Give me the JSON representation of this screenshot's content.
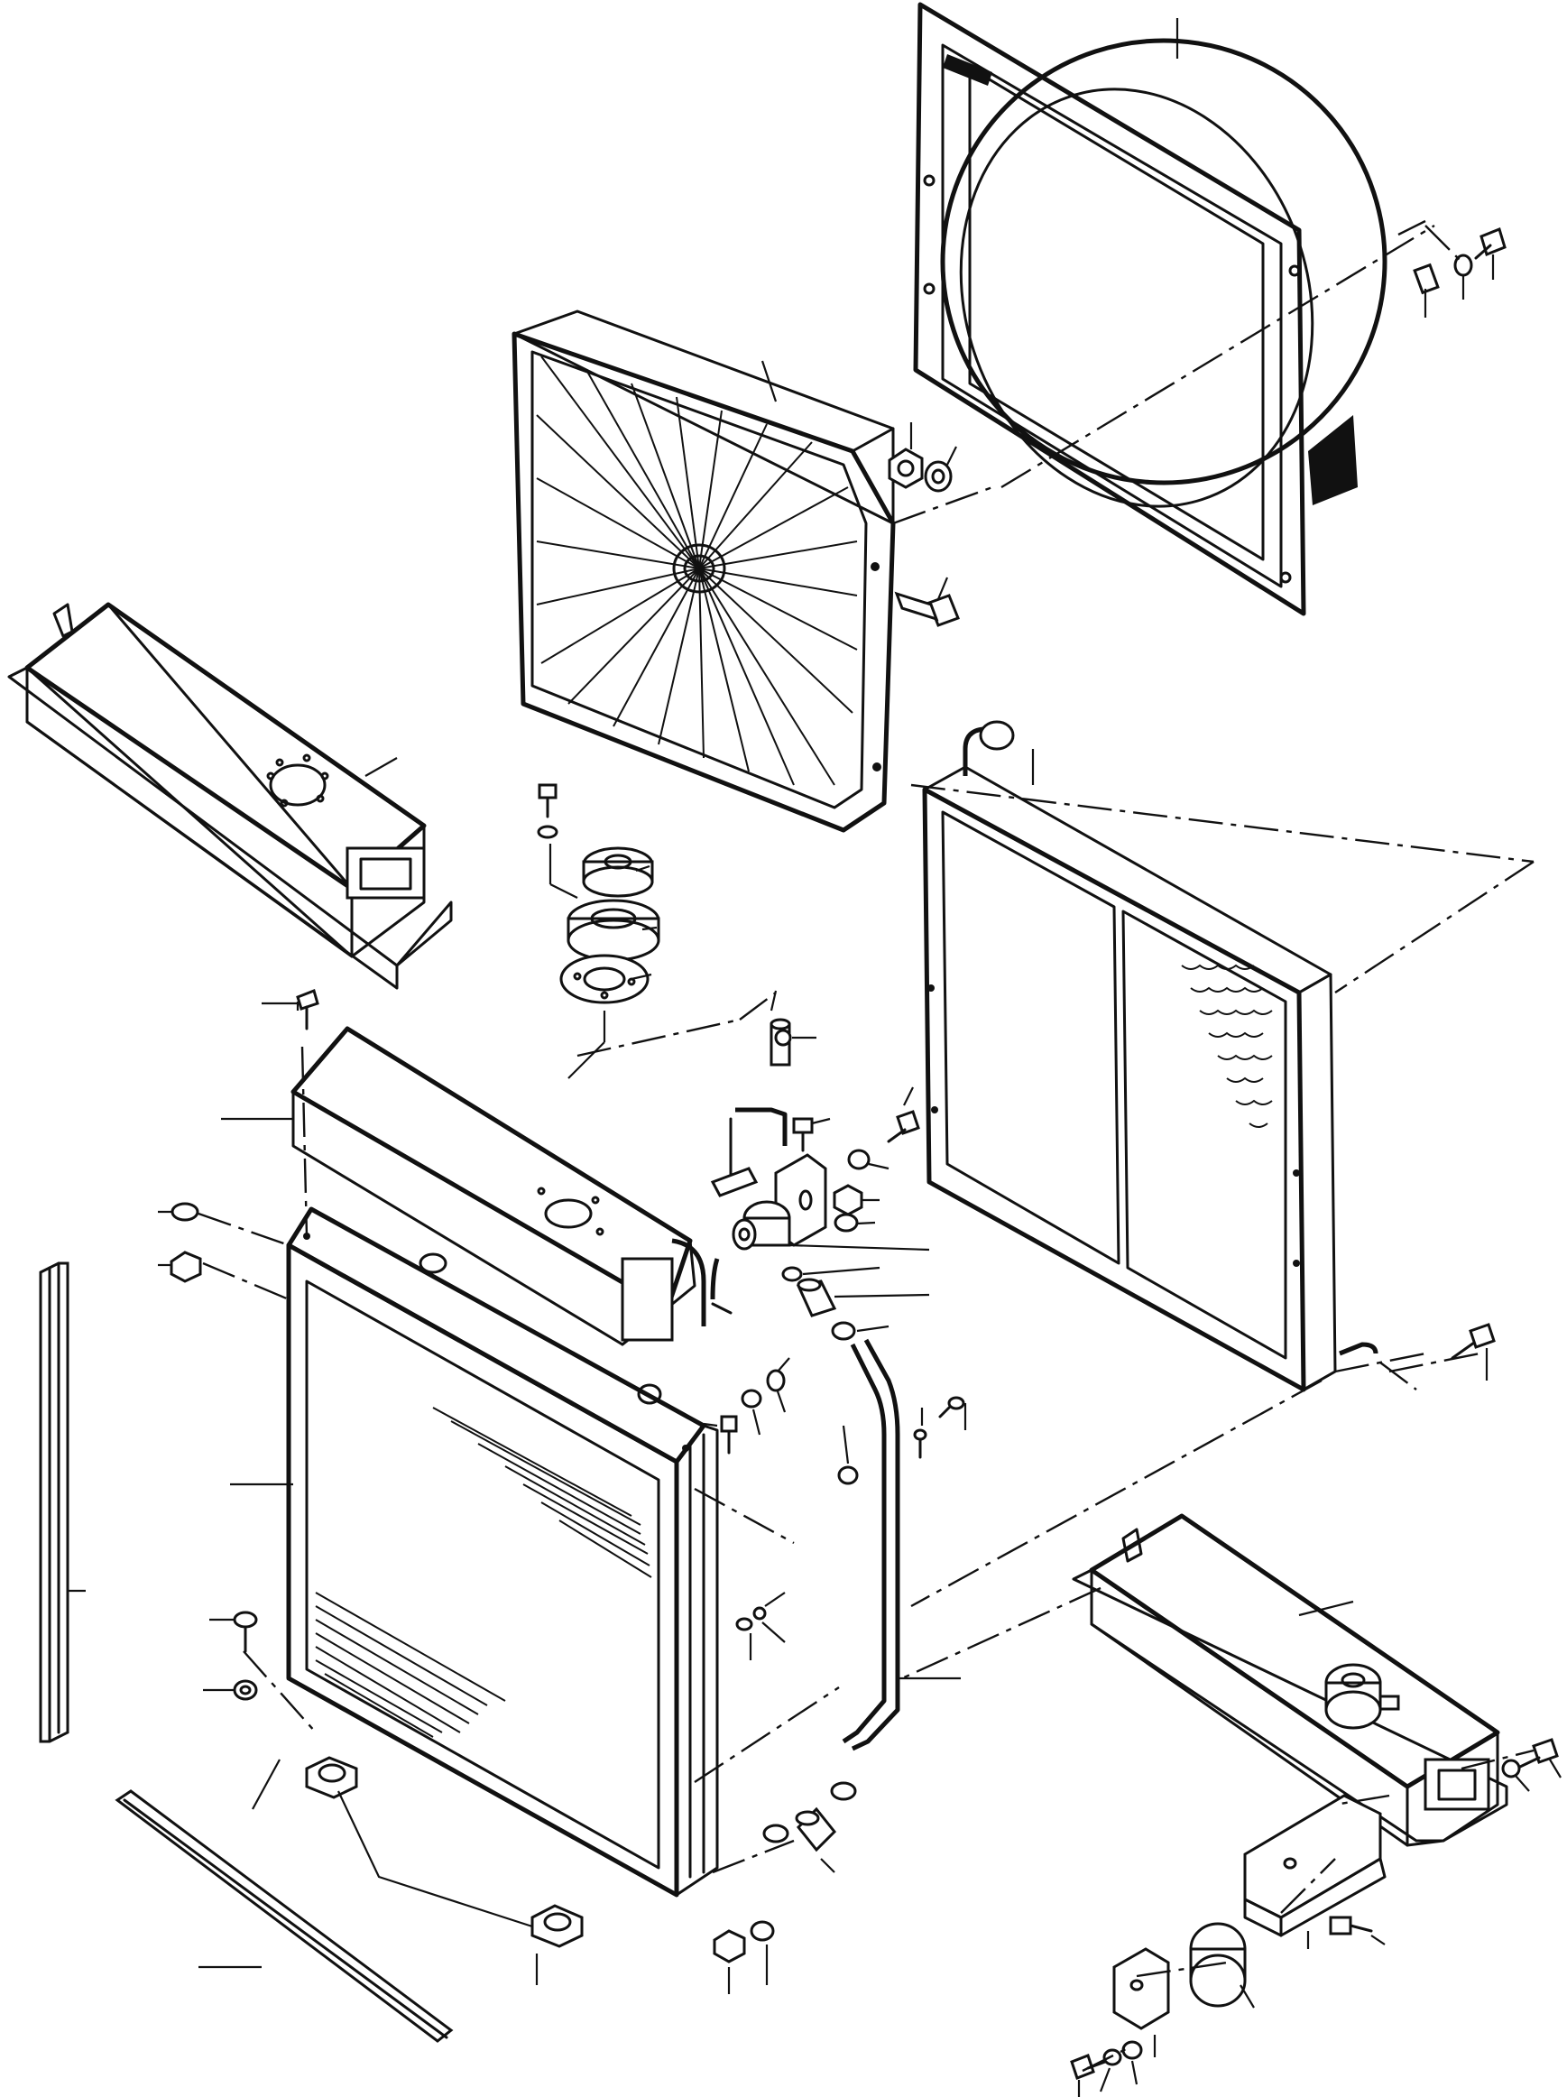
{
  "diagram": {
    "type": "exploded-parts-view",
    "labels": [],
    "parts": [
      "fan-shroud",
      "fan-guard",
      "oil-cooler",
      "radiator",
      "upper-tank",
      "lower-support-frame",
      "radiator-cap",
      "filler-neck",
      "filler-gasket",
      "side-bracket",
      "mount-bracket",
      "rubber-mount",
      "side-seal-strip",
      "bottom-seal-strip",
      "hose",
      "hose-clamp",
      "bolt",
      "nut",
      "washer"
    ]
  }
}
